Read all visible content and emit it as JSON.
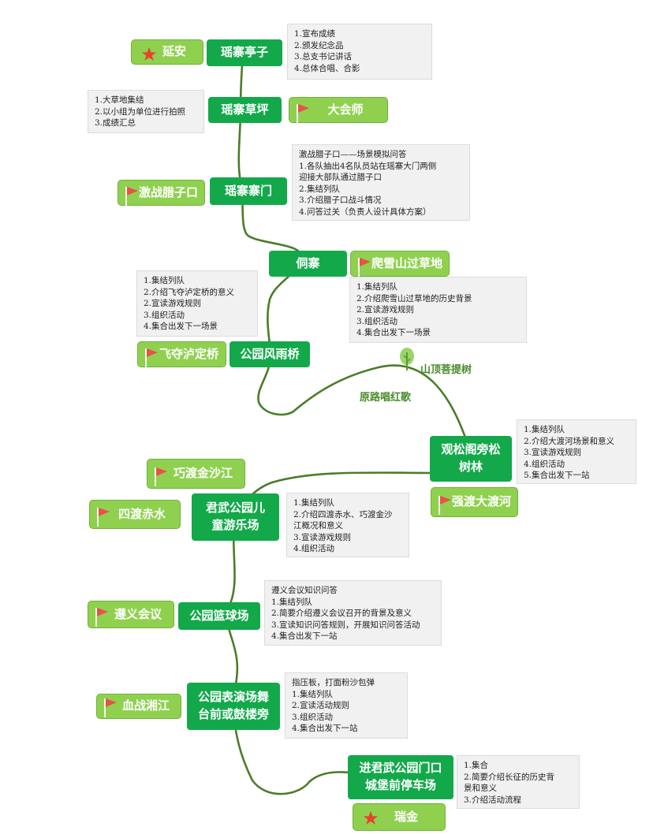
{
  "stations": {
    "yaozhai_tingzi": "瑶寨亭子",
    "yaozhai_caoping": "瑶寨草坪",
    "yaozhai_zhaimen": "瑶寨寨门",
    "dong_zhai": "侗寨",
    "gongyuan_fengyuqiao": "公园风雨桥",
    "guansongge": "观松阁旁松树林",
    "junwu_youlechang": "君武公园儿童游乐场",
    "gongyuan_lanqiuchang": "公园篮球场",
    "gongyuan_biaoyanchang": "公园表演场舞台前或鼓楼旁",
    "junwu_menkou": "进君武公园门口城堡前停车场"
  },
  "tags": {
    "yanan": "延安",
    "dahuishi": "大会师",
    "jizhan_lazikou": "激战腊子口",
    "paxueshan": "爬雪山过草地",
    "feiduo_ludingqiao": "飞夺泸定桥",
    "qiaodu_jinshajiang": "巧渡金沙江",
    "qiangdu_daduhe": "强渡大渡河",
    "sidu_chishui": "四渡赤水",
    "zunyi_huiyi": "遵义会议",
    "xuezhan_xiangjiang": "血战湘江",
    "ruijin": "瑞金"
  },
  "labels": {
    "shanding_putishu": "山顶菩提树",
    "yuanlu_changhongge": "原路唱红歌"
  },
  "notes": {
    "tingzi": [
      "1.宣布成绩",
      "2.颁发纪念品",
      "3.总支书记讲话",
      "4.总体合唱、合影"
    ],
    "caoping": [
      "1.大草地集结",
      "2.以小组为单位进行拍照",
      "3.成绩汇总"
    ],
    "zhaimen": [
      "激战腊子口——场景模拟问答",
      "1.各队抽出4名队员站在瑶寨大门两侧",
      "迎接大部队通过腊子口",
      "2.集结列队",
      "3.介绍腊子口战斗情况",
      "4.问答过关（负责人设计具体方案）"
    ],
    "ludingqiao": [
      "1.集结列队",
      "2.介绍飞夺泸定桥的意义",
      "2.宣读游戏规则",
      "3.组织活动",
      "4.集合出发下一场景"
    ],
    "xueshan": [
      "1.集结列队",
      "2.介绍爬雪山过草地的历史背景",
      "2.宣读游戏规则",
      "3.组织活动",
      "4.集合出发下一场景"
    ],
    "daduhe": [
      "1.集结列队",
      "2.介绍大渡河场景和意义",
      "3.宣读游戏规则",
      "4.组织活动",
      "5.集合出发下一站"
    ],
    "youlechang": [
      "1.集结列队",
      "2.介绍四渡赤水、巧渡金沙",
      "江概况和意义",
      "3.宣读游戏规则",
      "4.组织活动"
    ],
    "lanqiuchang": [
      "遵义会议知识问答",
      "1.集结列队",
      "2.简要介绍遵义会议召开的背景及意义",
      "3.宣读知识问答规则，开展知识问答活动",
      "4.集合出发下一站"
    ],
    "biaoyanchang": [
      "指压板，打面粉沙包弹",
      "1.集结列队",
      "2.宣读活动规则",
      "3.组织活动",
      "4.集合出发下一站"
    ],
    "menkou": [
      "1.集合",
      "2.简要介绍长征的历史背",
      "景和意义",
      "3.介绍活动流程"
    ]
  },
  "colors": {
    "station": "#13a94a",
    "tag": "#8fd14f",
    "route": "#4a7d28",
    "flag": "#e8524a",
    "star": "#e8432e",
    "note_bg": "#f1f1f1"
  }
}
